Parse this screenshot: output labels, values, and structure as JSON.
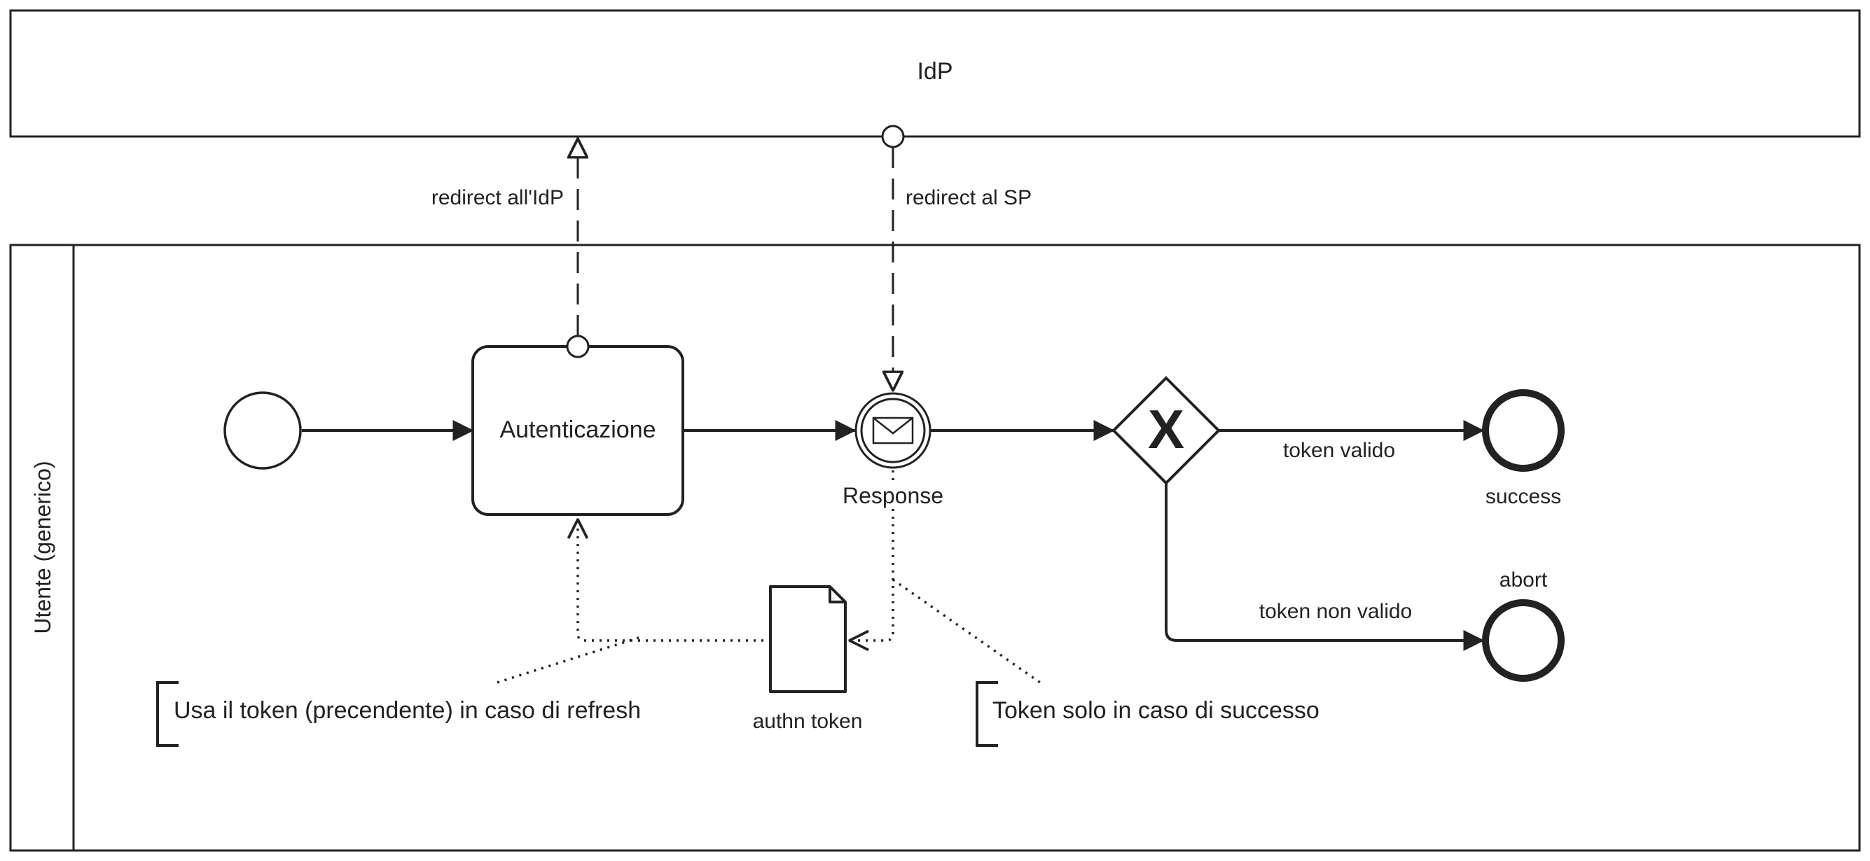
{
  "pools": {
    "idp": {
      "label": "IdP"
    },
    "user": {
      "label": "Utente (generico)"
    }
  },
  "events": {
    "start": {
      "label": ""
    },
    "response": {
      "label": "Response"
    },
    "success": {
      "label": "success"
    },
    "abort": {
      "label": "abort"
    }
  },
  "tasks": {
    "auth": {
      "label": "Autenticazione"
    }
  },
  "gateway": {
    "marker": "X"
  },
  "data_object": {
    "label": "authn token"
  },
  "message_flows": {
    "to_idp": {
      "label": "redirect all'IdP"
    },
    "to_sp": {
      "label": "redirect al SP"
    }
  },
  "sequence_flows": {
    "valid": {
      "label": "token valido"
    },
    "invalid": {
      "label": "token non valido"
    }
  },
  "annotations": {
    "refresh": {
      "text": "Usa il token (precendente) in caso di refresh"
    },
    "success_only": {
      "text": "Token solo in caso di successo"
    }
  },
  "colors": {
    "stroke": "#222222",
    "background": "#ffffff"
  }
}
